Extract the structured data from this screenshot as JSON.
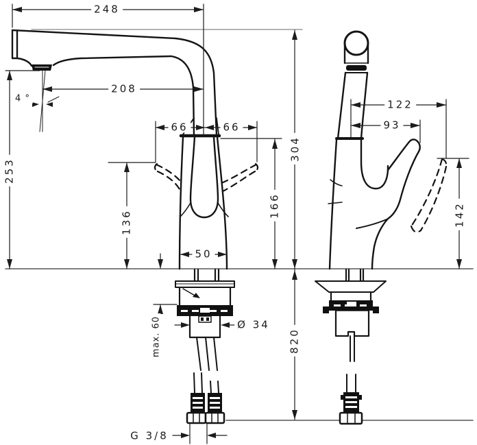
{
  "drawing": {
    "front_view": {
      "spout_reach_total": "248",
      "spout_reach_aerator": "208",
      "aerator_angle": "4 °",
      "height_to_aerator": "253",
      "swivel_left": "66",
      "swivel_right": "66",
      "height_handle_zone": "136",
      "height_to_spout_joint": "166",
      "height_total": "304",
      "base_width": "50"
    },
    "side_view": {
      "depth_total": "122",
      "depth_to_handle": "93",
      "handle_clearance_height": "142"
    },
    "installation": {
      "max_counter_thickness": "max. 60",
      "shank_diameter": "Ø 34",
      "hose_length": "820",
      "connection_thread": "G 3/8"
    }
  }
}
